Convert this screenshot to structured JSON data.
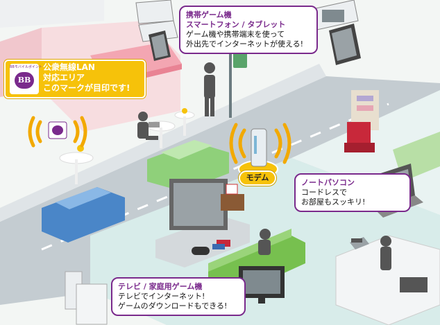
{
  "wifi_area": {
    "logo_top": "BBモバイルポイント",
    "logo_mark": "BB",
    "line1": "公衆無線LAN",
    "line2": "対応エリア",
    "line3": "このマークが目印です!"
  },
  "mobile_callout": {
    "title1": "携帯ゲーム機",
    "title2": "スマートフォン / タブレット",
    "line1": "ゲーム機や携帯端末を使って",
    "line2": "外出先でインターネットが使える!"
  },
  "modem": {
    "label": "モデム"
  },
  "laptop_callout": {
    "title": "ノートパソコン",
    "line1": "コードレスで",
    "line2": "お部屋もスッキリ!"
  },
  "tv_callout": {
    "title": "テレビ / 家庭用ゲーム機",
    "line1": "テレビでインターネット!",
    "line2": "ゲームのダウンロードもできる!"
  },
  "colors": {
    "accent_purple": "#7a2a8c",
    "badge_yellow": "#f6c20a",
    "wifi_orange": "#f2a900",
    "wall_pink": "#f4c9cf",
    "road_gray": "#b9c2c7",
    "room_floor": "#d9ecea",
    "sofa_green": "#77c04f",
    "chair_red": "#c8283a"
  },
  "icons": [
    "wifi-waves-icon",
    "modem-icon",
    "game-controller-icon",
    "laptop-icon",
    "tv-icon",
    "tablet-icon",
    "handheld-console-icon"
  ]
}
